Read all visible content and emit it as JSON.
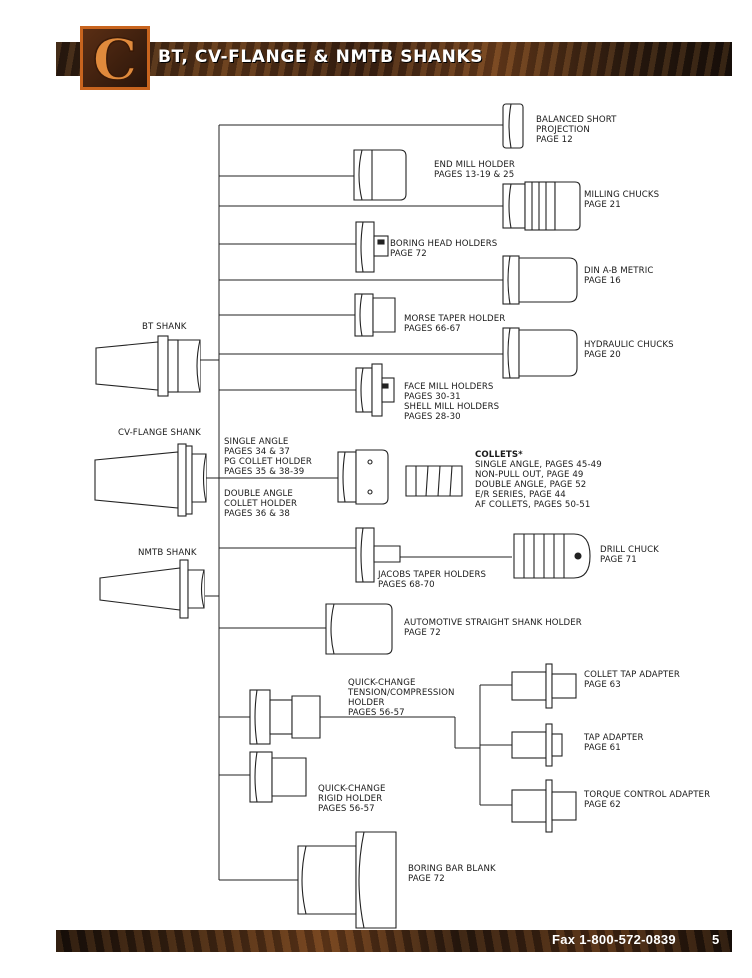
{
  "header": {
    "logo_letter": "C",
    "title": "BT, CV-FLANGE & NMTB SHANKS"
  },
  "footer": {
    "fax": "Fax 1-800-572-0839",
    "page_number": "5"
  },
  "shanks": {
    "bt": "BT SHANK",
    "cv": "CV-FLANGE SHANK",
    "nmtb": "NMTB SHANK"
  },
  "labels": {
    "balanced": [
      "BALANCED SHORT",
      "PROJECTION",
      "PAGE 12"
    ],
    "end_mill": [
      "END MILL HOLDER",
      "PAGES 13-19 & 25"
    ],
    "milling_chucks": [
      "MILLING CHUCKS",
      "PAGE 21"
    ],
    "boring_head": [
      "BORING HEAD HOLDERS",
      "PAGE 72"
    ],
    "din": [
      "DIN A-B METRIC",
      "PAGE 16"
    ],
    "morse": [
      "MORSE TAPER HOLDER",
      "PAGES 66-67"
    ],
    "hydraulic": [
      "HYDRAULIC CHUCKS",
      "PAGE 20"
    ],
    "face_mill": [
      "FACE MILL HOLDERS",
      "PAGES 30-31",
      "SHELL MILL HOLDERS",
      "PAGES 28-30"
    ],
    "single_angle": [
      "SINGLE ANGLE",
      "PAGES 34 & 37",
      "PG COLLET HOLDER",
      "PAGES 35 & 38-39"
    ],
    "double_angle": [
      "DOUBLE ANGLE",
      "COLLET HOLDER",
      "PAGES 36 & 38"
    ],
    "collets_title": "COLLETS*",
    "collets": [
      "SINGLE ANGLE, PAGES 45-49",
      "NON-PULL OUT, PAGE 49",
      "DOUBLE ANGLE, PAGE 52",
      "E/R SERIES, PAGE 44",
      "AF COLLETS, PAGES 50-51"
    ],
    "drill_chuck": [
      "DRILL CHUCK",
      "PAGE 71"
    ],
    "jacobs": [
      "JACOBS TAPER HOLDERS",
      "PAGES 68-70"
    ],
    "automotive": [
      "AUTOMOTIVE STRAIGHT SHANK HOLDER",
      "PAGE 72"
    ],
    "quick_tension": [
      "QUICK-CHANGE",
      "TENSION/COMPRESSION",
      "HOLDER",
      "PAGES 56-57"
    ],
    "collet_tap": [
      "COLLET TAP ADAPTER",
      "PAGE 63"
    ],
    "tap_adapter": [
      "TAP ADAPTER",
      "PAGE 61"
    ],
    "quick_rigid": [
      "QUICK-CHANGE",
      "RIGID HOLDER",
      "PAGES 56-57"
    ],
    "torque": [
      "TORQUE CONTROL ADAPTER",
      "PAGE 62"
    ],
    "boring_bar": [
      "BORING BAR BLANK",
      "PAGE 72"
    ]
  }
}
